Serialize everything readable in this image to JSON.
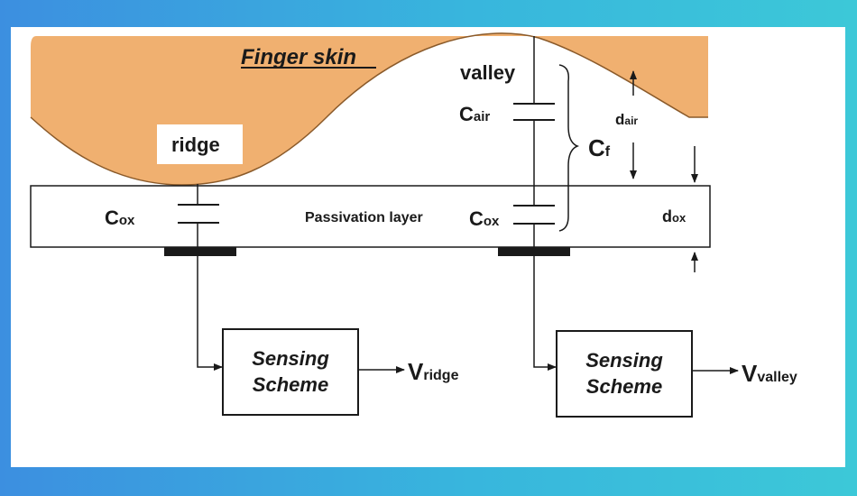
{
  "diagram": {
    "title": "Finger skin",
    "labels": {
      "ridge": "ridge",
      "valley": "valley",
      "passivation": "Passivation layer"
    },
    "capacitors": {
      "cox_left": {
        "main": "C",
        "sub": "ox"
      },
      "cox_right": {
        "main": "C",
        "sub": "ox"
      },
      "cair": {
        "main": "C",
        "sub": "air"
      },
      "cf": {
        "main": "C",
        "sub": "f"
      }
    },
    "dimensions": {
      "dair": {
        "main": "d",
        "sub": "air"
      },
      "dox": {
        "main": "d",
        "sub": "ox"
      }
    },
    "blocks": {
      "left": {
        "line1": "Sensing",
        "line2": "Scheme"
      },
      "right": {
        "line1": "Sensing",
        "line2": "Scheme"
      }
    },
    "outputs": {
      "ridge": {
        "main": "V",
        "sub": "ridge"
      },
      "valley": {
        "main": "V",
        "sub": "valley"
      }
    },
    "colors": {
      "skin": "#f0b070",
      "ink": "#1a1a1a",
      "background_left": "#3c8fe0",
      "background_right": "#3cc8d8",
      "card": "#ffffff"
    }
  }
}
